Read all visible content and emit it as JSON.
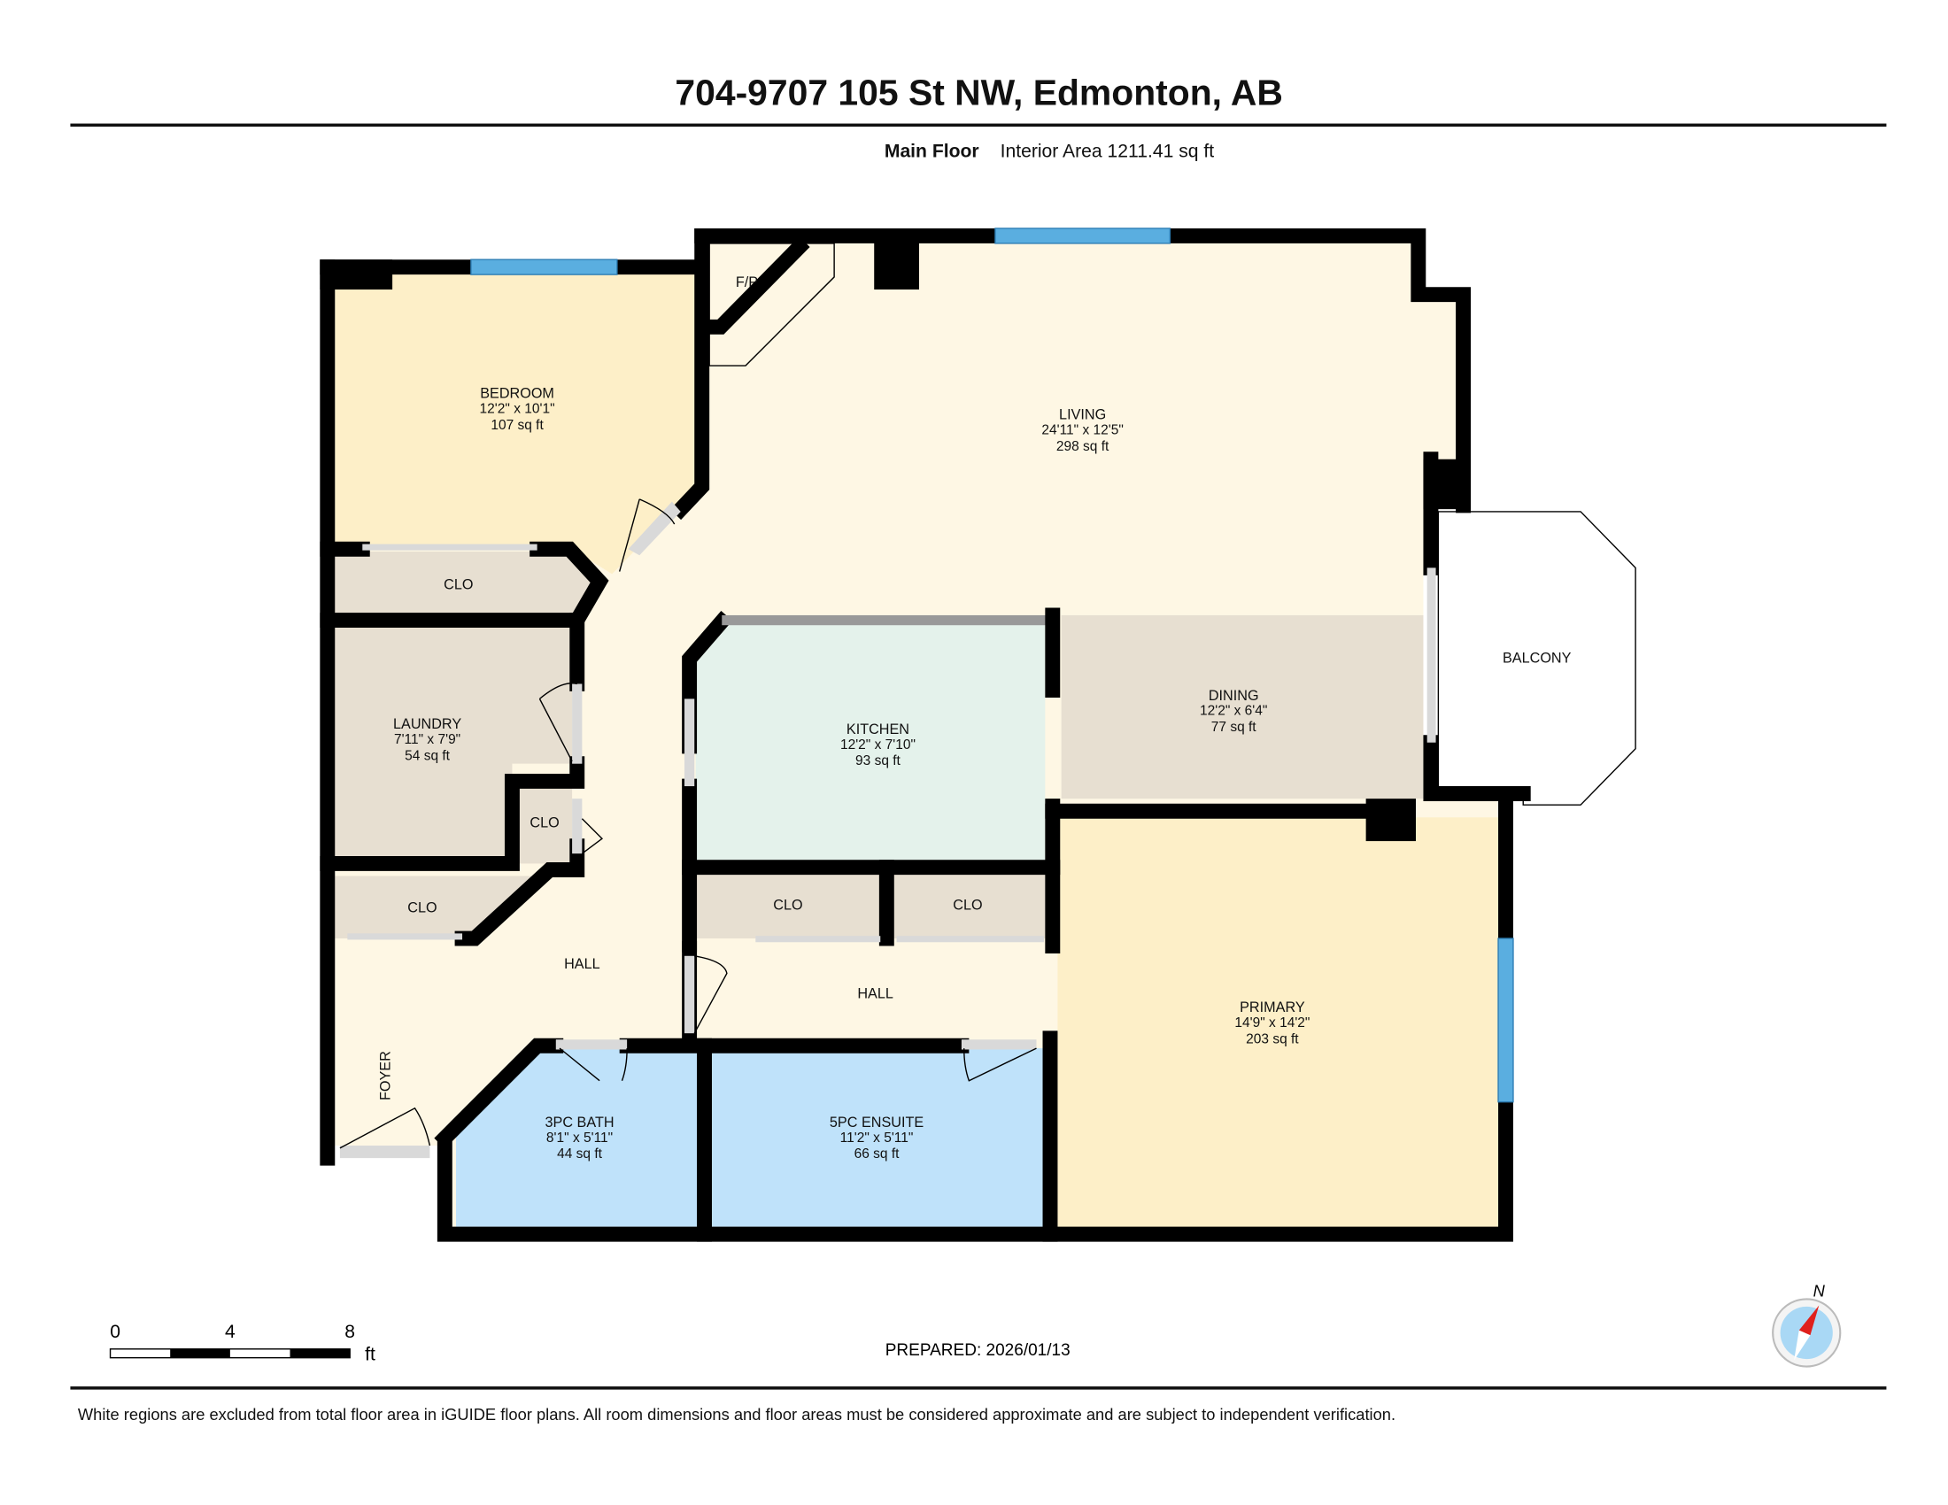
{
  "header": {
    "title": "704-9707 105 St NW, Edmonton, AB",
    "floor_label": "Main Floor",
    "interior_area": "Interior Area 1211.41 sq ft"
  },
  "colors": {
    "living": "#fef7e4",
    "bedroom": "#fdefc8",
    "closet": "#e7dfd1",
    "kitchen": "#e4f2eb",
    "bath": "#bfe2fa",
    "window": "#5aaee0",
    "wall": "#000000"
  },
  "rooms": {
    "bedroom": {
      "name": "BEDROOM",
      "dims": "12'2\" x 10'1\"",
      "area": "107 sq ft"
    },
    "living": {
      "name": "LIVING",
      "dims": "24'11\" x 12'5\"",
      "area": "298 sq ft"
    },
    "fireplace": {
      "name": "F/P"
    },
    "closet_bedroom": {
      "name": "CLO"
    },
    "laundry": {
      "name": "LAUNDRY",
      "dims": "7'11\" x 7'9\"",
      "area": "54 sq ft"
    },
    "closet_small": {
      "name": "CLO"
    },
    "closet_foyer": {
      "name": "CLO"
    },
    "kitchen": {
      "name": "KITCHEN",
      "dims": "12'2\" x 7'10\"",
      "area": "93 sq ft"
    },
    "dining": {
      "name": "DINING",
      "dims": "12'2\" x 6'4\"",
      "area": "77 sq ft"
    },
    "balcony": {
      "name": "BALCONY"
    },
    "closet_hall_1": {
      "name": "CLO"
    },
    "closet_hall_2": {
      "name": "CLO"
    },
    "hall_1": {
      "name": "HALL"
    },
    "hall_2": {
      "name": "HALL"
    },
    "foyer": {
      "name": "FOYER"
    },
    "bath": {
      "name": "3PC BATH",
      "dims": "8'1\" x 5'11\"",
      "area": "44 sq ft"
    },
    "ensuite": {
      "name": "5PC ENSUITE",
      "dims": "11'2\" x 5'11\"",
      "area": "66 sq ft"
    },
    "primary": {
      "name": "PRIMARY",
      "dims": "14'9\" x 14'2\"",
      "area": "203 sq ft"
    }
  },
  "scale": {
    "ticks": [
      "0",
      "4",
      "8"
    ],
    "unit": "ft"
  },
  "prepared": "PREPARED: 2026/01/13",
  "compass": {
    "label": "N",
    "icon": "compass-icon"
  },
  "disclaimer": "White regions are excluded from total floor area in iGUIDE floor plans. All room dimensions and floor areas must be considered approximate and are subject to independent verification."
}
